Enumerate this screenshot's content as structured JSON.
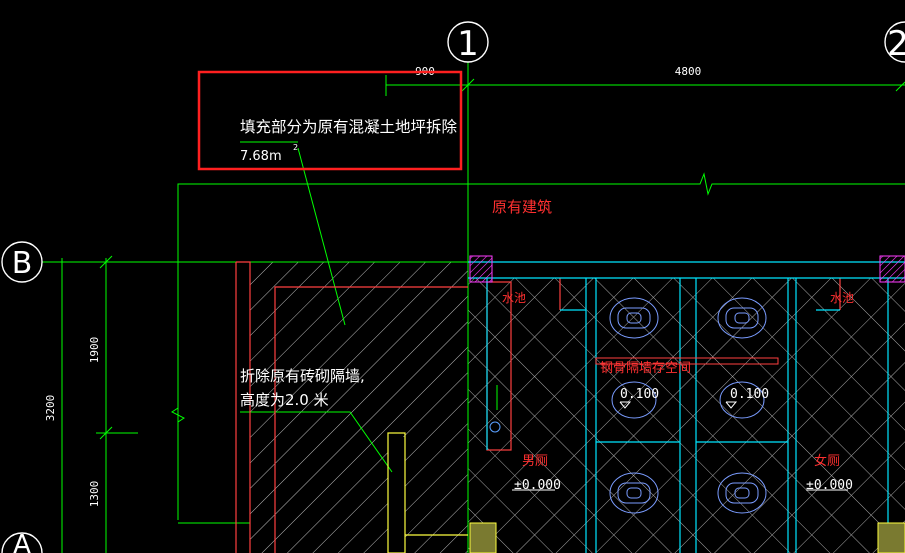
{
  "grid": {
    "axis_1": "1",
    "axis_2": "2",
    "axis_b": "B",
    "axis_a": "A"
  },
  "dimensions": {
    "top_left": "900",
    "top_right": "4800",
    "left_total": "3200",
    "left_upper": "1900",
    "left_lower": "1300"
  },
  "annotations": {
    "fill_note": "填充部分为原有混凝土地坪拆除",
    "fill_area": "7.68m",
    "fill_area_sup": "2",
    "wall_note_line1": "折除原有砖砌隔墙,",
    "wall_note_line2": "高度为2.0  米",
    "existing_building": "原有建筑"
  },
  "rooms": {
    "water_left": "水池",
    "water_right": "水池",
    "partition": "钢骨隔墙存空间",
    "level_1": "0.100",
    "level_2": "0.100",
    "male_wc": "男厕",
    "female_wc": "女厕",
    "male_level": "±0.000",
    "female_level": "±0.000"
  },
  "colors": {
    "background": "#000000",
    "dim_line": "#00ff00",
    "text": "#ffffff",
    "red_text": "#ff3030",
    "wall_cyan": "#00e5ff",
    "highlight_box": "#ff2020",
    "hatch": "#cfcfcf",
    "column_magenta": "#ff3cff",
    "column_yellow": "#ffff40"
  }
}
